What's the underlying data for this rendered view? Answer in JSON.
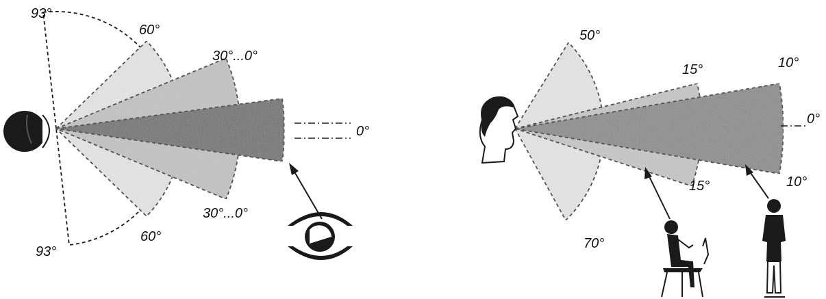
{
  "left_panel": {
    "labels": {
      "top_93": "93°",
      "top_60": "60°",
      "top_30_0": "30°...0°",
      "right_0": "0°",
      "bottom_30_0": "30°...0°",
      "bottom_60": "60°",
      "bottom_93": "93°"
    }
  },
  "right_panel": {
    "labels": {
      "top_50": "50°",
      "top_15": "15°",
      "top_10": "10°",
      "right_0": "0°",
      "bottom_15": "15°",
      "bottom_10": "10°",
      "bottom_70": "70°"
    }
  },
  "colors": {
    "ink": "#1a1a1a",
    "light_shade": "#e6e6e6",
    "mid_shade": "#c2c2c2",
    "dark_shade": "#6e6e6e"
  }
}
